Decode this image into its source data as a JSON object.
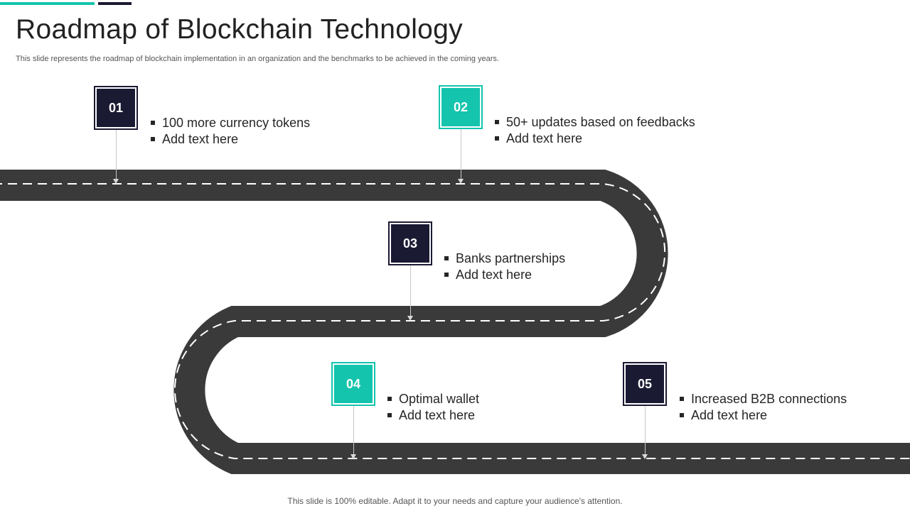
{
  "header": {
    "title": "Roadmap of Blockchain Technology",
    "subtitle": "This slide represents the roadmap of blockchain implementation in an organization and the benchmarks to be achieved in the coming years."
  },
  "footer": {
    "text": "This slide is 100% editable. Adapt it to your needs and capture your audience's attention."
  },
  "colors": {
    "navy": "#1b1a33",
    "teal": "#14c4ad",
    "road": "#3a3a3a",
    "lane": "#ffffff"
  },
  "milestones": [
    {
      "number": "01",
      "color": "navy",
      "bullets": [
        "100 more currency tokens",
        "Add text here"
      ]
    },
    {
      "number": "02",
      "color": "teal",
      "bullets": [
        "50+ updates based on feedbacks",
        "Add text here"
      ]
    },
    {
      "number": "03",
      "color": "navy",
      "bullets": [
        "Banks partnerships",
        "Add text here"
      ]
    },
    {
      "number": "04",
      "color": "teal",
      "bullets": [
        "Optimal wallet",
        "Add text here"
      ]
    },
    {
      "number": "05",
      "color": "navy",
      "bullets": [
        "Increased B2B connections",
        "Add text here"
      ]
    }
  ]
}
